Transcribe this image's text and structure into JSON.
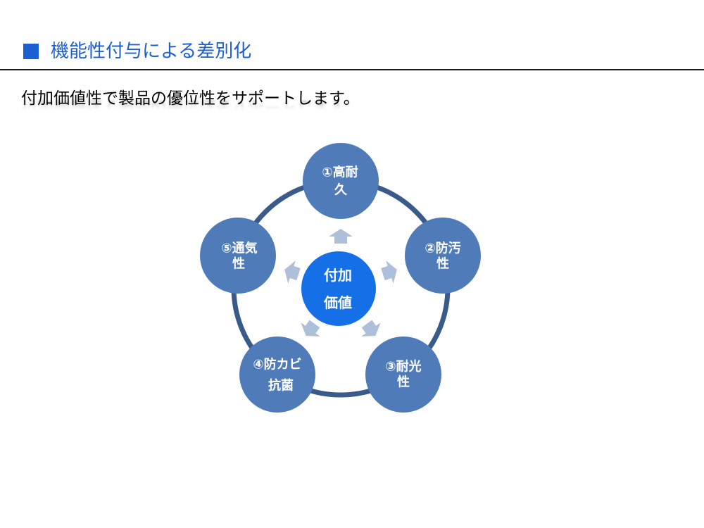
{
  "title": {
    "bullet_icon": "square-bullet-icon",
    "text": "機能性付与による差別化"
  },
  "subtitle": "付加価値性で製品の優位性をサポートします。",
  "diagram": {
    "arrow_icon": "arrow-icon",
    "center": {
      "lines": [
        "付加",
        "価値"
      ]
    },
    "nodes": [
      {
        "lines": [
          "①高耐",
          "久"
        ]
      },
      {
        "lines": [
          "②防汚",
          "性"
        ]
      },
      {
        "lines": [
          "③耐光",
          "性"
        ]
      },
      {
        "lines": [
          "④防カビ",
          "抗菌"
        ]
      },
      {
        "lines": [
          "⑤通気",
          "性"
        ]
      }
    ]
  },
  "colors": {
    "title": "#1c5fd0",
    "rule": "#1a1a1a",
    "ring": "#3a5b8a",
    "node_fill": "#4f7cb9",
    "center_fill": "#1570e8",
    "arrow_fill": "#adbfd9",
    "node_text": "#ffffff"
  }
}
